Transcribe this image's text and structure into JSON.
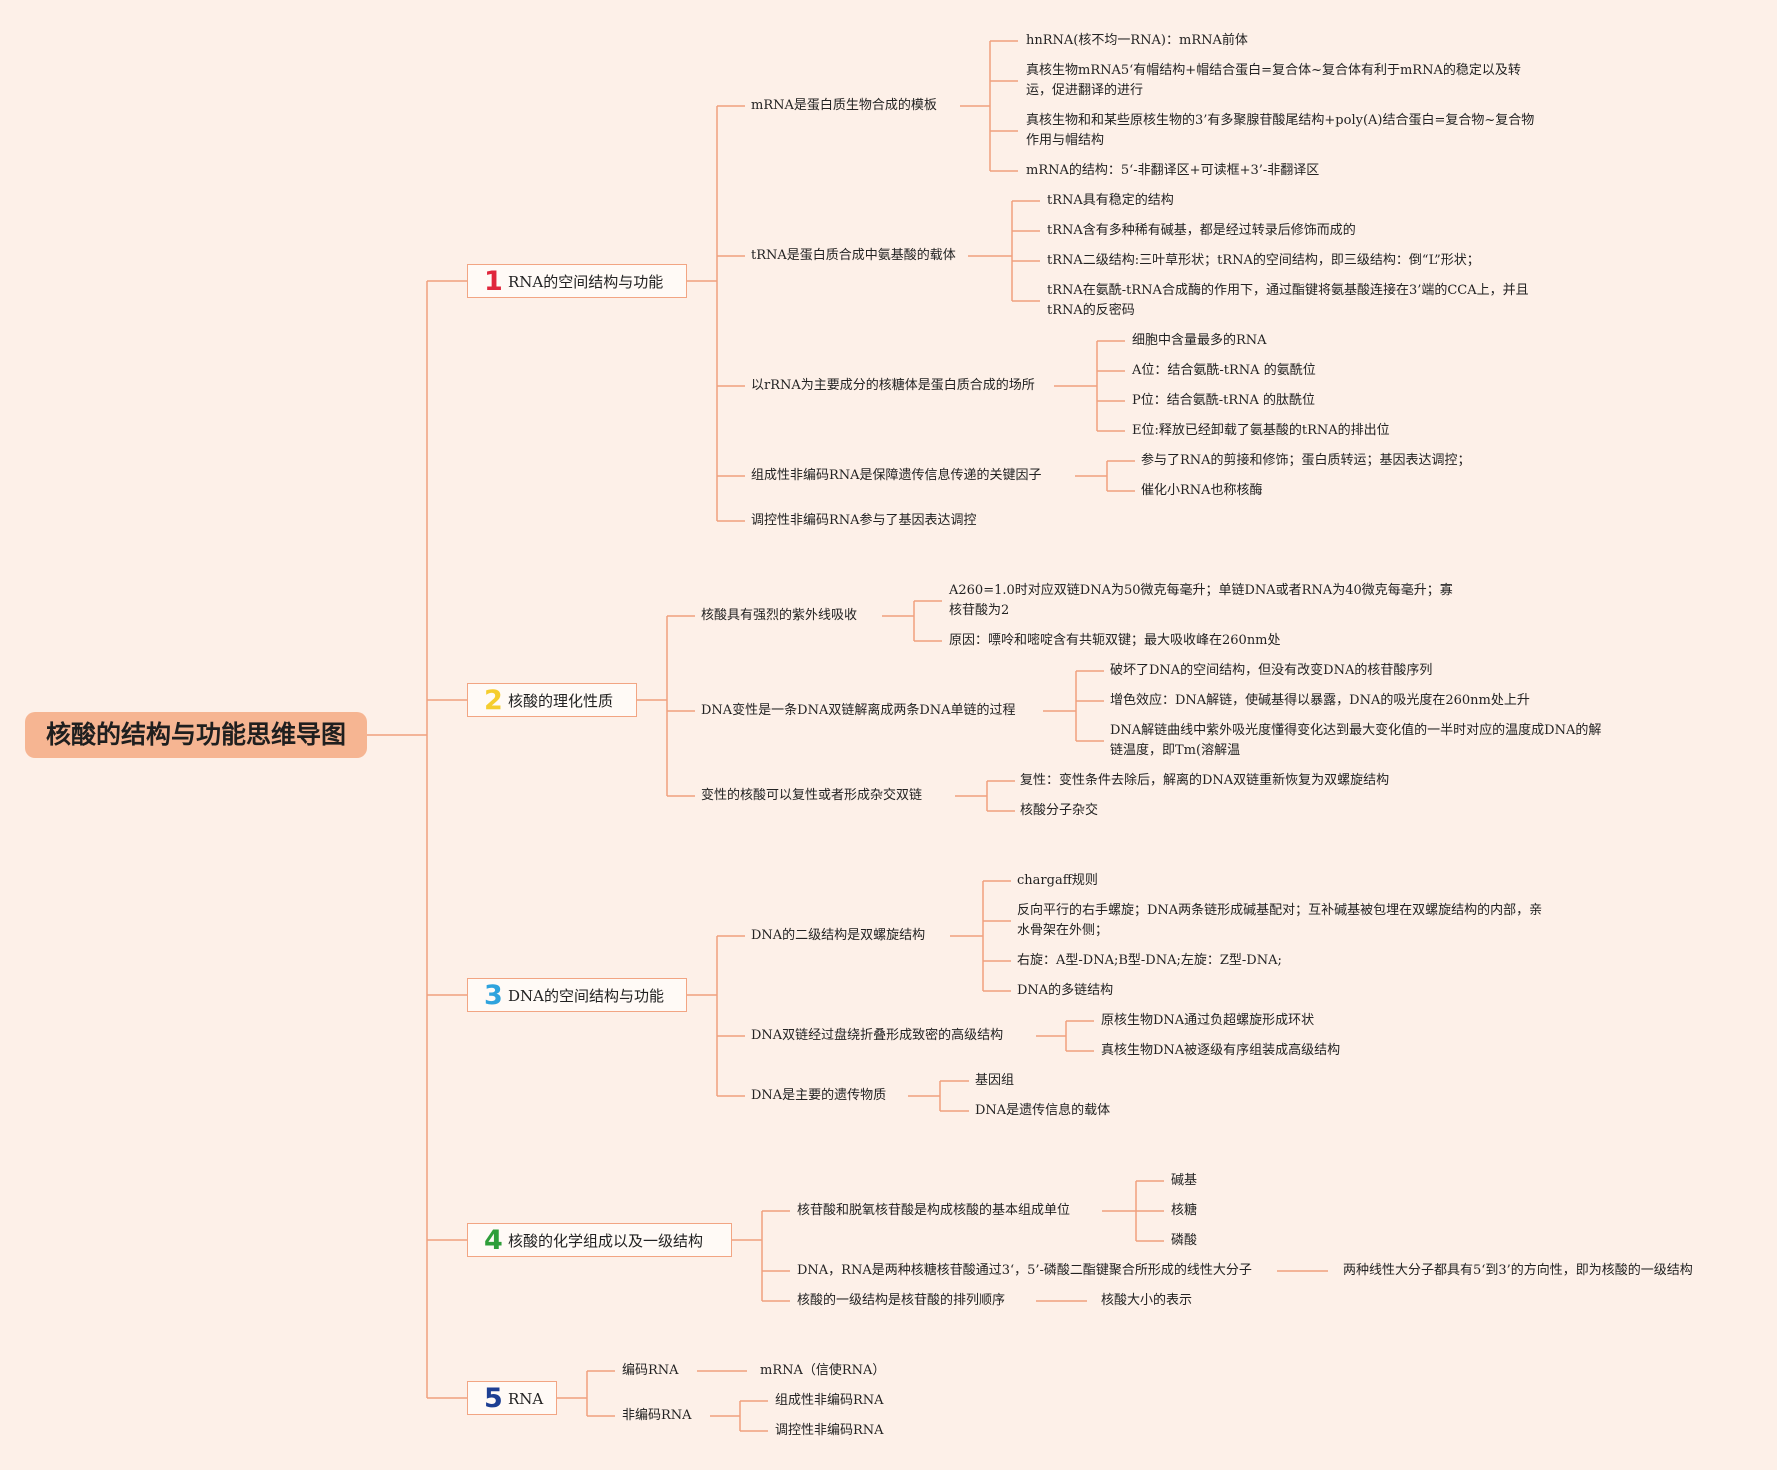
{
  "title": "核酸的结构与功能思维导图",
  "line_color": "#f0a07e",
  "branches": [
    {
      "number": "1",
      "number_color": "#e0263c",
      "label": "RNA的空间结构与功能",
      "children": [
        {
          "label": "mRNA是蛋白质生物合成的模板",
          "children": [
            "hnRNA(核不均一RNA)：mRNA前体",
            "真核生物mRNA5‘有帽结构+帽结合蛋白=复合体~复合体有利于mRNA的稳定以及转运，促进翻译的进行",
            "真核生物和和某些原核生物的3’有多聚腺苷酸尾结构+poly(A)结合蛋白=复合物~复合物作用与帽结构",
            "mRNA的结构：5‘-非翻译区+可读框+3’-非翻译区"
          ]
        },
        {
          "label": "tRNA是蛋白质合成中氨基酸的载体",
          "children": [
            "tRNA具有稳定的结构",
            "tRNA含有多种稀有碱基，都是经过转录后修饰而成的",
            "tRNA二级结构:三叶草形状；tRNA的空间结构，即三级结构：倒“L”形状；",
            "tRNA在氨酰-tRNA合成酶的作用下，通过酯键将氨基酸连接在3’端的CCA上，并且tRNA的反密码"
          ]
        },
        {
          "label": "以rRNA为主要成分的核糖体是蛋白质合成的场所",
          "children": [
            "细胞中含量最多的RNA",
            "A位：结合氨酰-tRNA 的氨酰位",
            "P位：结合氨酰-tRNA 的肽酰位",
            "E位:释放已经卸载了氨基酸的tRNA的排出位"
          ]
        },
        {
          "label": "组成性非编码RNA是保障遗传信息传递的关键因子",
          "children": [
            "参与了RNA的剪接和修饰；蛋白质转运；基因表达调控；",
            "催化小RNA也称核酶"
          ]
        },
        {
          "label": "调控性非编码RNA参与了基因表达调控",
          "children": []
        }
      ]
    },
    {
      "number": "2",
      "number_color": "#f5cd2e",
      "label": "核酸的理化性质",
      "children": [
        {
          "label": "核酸具有强烈的紫外线吸收",
          "children": [
            "A260=1.0时对应双链DNA为50微克每毫升；单链DNA或者RNA为40微克每毫升；寡核苷酸为2",
            "原因：嘌呤和嘧啶含有共轭双键；最大吸收峰在260nm处"
          ]
        },
        {
          "label": "DNA变性是一条DNA双链解离成两条DNA单链的过程",
          "children": [
            "破坏了DNA的空间结构，但没有改变DNA的核苷酸序列",
            "增色效应：DNA解链，使碱基得以暴露，DNA的吸光度在260nm处上升",
            "DNA解链曲线中紫外吸光度懂得变化达到最大变化值的一半时对应的温度成DNA的解链温度，即Tm(溶解温"
          ]
        },
        {
          "label": "变性的核酸可以复性或者形成杂交双链",
          "children": [
            "复性：变性条件去除后，解离的DNA双链重新恢复为双螺旋结构",
            "核酸分子杂交"
          ]
        }
      ]
    },
    {
      "number": "3",
      "number_color": "#2fa3dd",
      "label": "DNA的空间结构与功能",
      "children": [
        {
          "label": "DNA的二级结构是双螺旋结构",
          "children": [
            "chargaff规则",
            "反向平行的右手螺旋；DNA两条链形成碱基配对；互补碱基被包埋在双螺旋结构的内部，亲水骨架在外侧；",
            "右旋：A型-DNA;B型-DNA;左旋：Z型-DNA;",
            "DNA的多链结构"
          ]
        },
        {
          "label": "DNA双链经过盘绕折叠形成致密的高级结构",
          "children": [
            "原核生物DNA通过负超螺旋形成环状",
            "真核生物DNA被逐级有序组装成高级结构"
          ]
        },
        {
          "label": "DNA是主要的遗传物质",
          "children": [
            "基因组",
            "DNA是遗传信息的载体"
          ]
        }
      ]
    },
    {
      "number": "4",
      "number_color": "#2e9e3a",
      "label": "核酸的化学组成以及一级结构",
      "children": [
        {
          "label": "核苷酸和脱氧核苷酸是构成核酸的基本组成单位",
          "children": [
            "碱基",
            "核糖",
            "磷酸"
          ]
        },
        {
          "label": "DNA，RNA是两种核糖核苷酸通过3‘，5’-磷酸二酯键聚合所形成的线性大分子",
          "children": [
            "两种线性大分子都具有5‘到3’的方向性，即为核酸的一级结构"
          ]
        },
        {
          "label": "核酸的一级结构是核苷酸的排列顺序",
          "children": [
            "核酸大小的表示"
          ]
        }
      ]
    },
    {
      "number": "5",
      "number_color": "#1d3f93",
      "label": "RNA",
      "children": [
        {
          "label": "编码RNA",
          "children": [
            "mRNA（信使RNA）"
          ]
        },
        {
          "label": "非编码RNA",
          "children": [
            "组成性非编码RNA",
            "调控性非编码RNA"
          ]
        }
      ]
    }
  ]
}
